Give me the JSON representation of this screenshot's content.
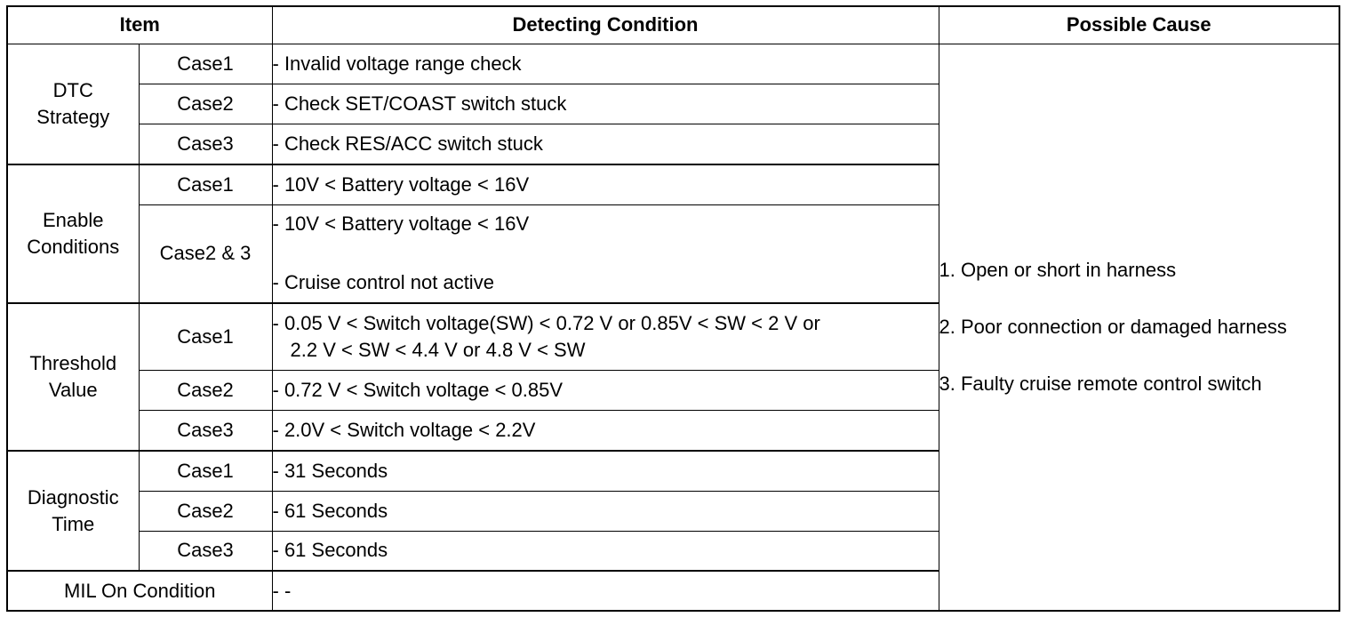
{
  "headers": {
    "item": "Item",
    "detecting_condition": "Detecting Condition",
    "possible_cause": "Possible Cause"
  },
  "groups": [
    {
      "item": [
        "DTC",
        "Strategy"
      ],
      "rows": [
        {
          "case": "Case1",
          "condition": [
            "- Invalid voltage range check"
          ]
        },
        {
          "case": "Case2",
          "condition": [
            "- Check SET/COAST switch stuck"
          ]
        },
        {
          "case": "Case3",
          "condition": [
            "- Check RES/ACC switch stuck"
          ]
        }
      ]
    },
    {
      "item": [
        "Enable",
        "Conditions"
      ],
      "rows": [
        {
          "case": "Case1",
          "condition": [
            "- 10V < Battery voltage < 16V"
          ]
        },
        {
          "case": "Case2 & 3",
          "condition": [
            "- 10V < Battery voltage < 16V",
            "- Cruise control not active"
          ]
        }
      ]
    },
    {
      "item": [
        "Threshold",
        "Value"
      ],
      "rows": [
        {
          "case": "Case1",
          "condition": [
            "- 0.05 V < Switch voltage(SW) < 0.72 V or 0.85V < SW < 2 V or",
            "2.2 V < SW < 4.4 V or 4.8 V < SW"
          ]
        },
        {
          "case": "Case2",
          "condition": [
            "- 0.72 V < Switch voltage < 0.85V"
          ]
        },
        {
          "case": "Case3",
          "condition": [
            "- 2.0V < Switch voltage < 2.2V"
          ]
        }
      ]
    },
    {
      "item": [
        "Diagnostic",
        "Time"
      ],
      "rows": [
        {
          "case": "Case1",
          "condition": [
            "- 31 Seconds"
          ]
        },
        {
          "case": "Case2",
          "condition": [
            "- 61 Seconds"
          ]
        },
        {
          "case": "Case3",
          "condition": [
            "- 61 Seconds"
          ]
        }
      ]
    }
  ],
  "mil": {
    "item": "MIL On Condition",
    "condition": "- -"
  },
  "possible_causes": [
    "1. Open or short in harness",
    "2. Poor connection or damaged harness",
    "3. Faulty cruise remote control switch"
  ]
}
